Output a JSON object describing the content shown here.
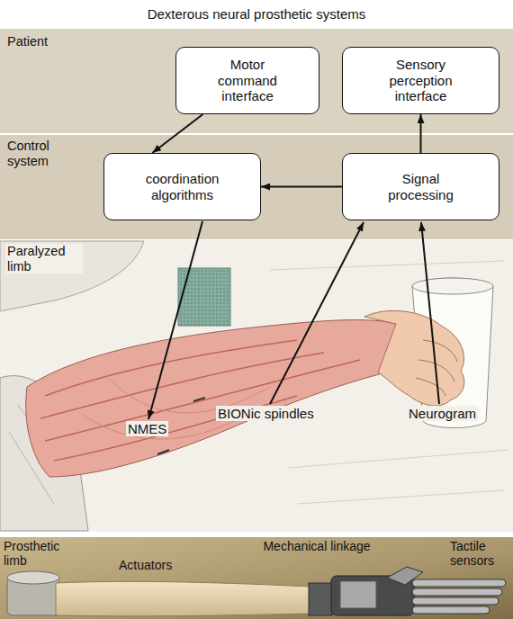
{
  "diagram": {
    "title": "Dexterous neural prosthetic systems",
    "nodes": [
      {
        "text": [
          "Patient"
        ]
      },
      {
        "text": [
          "Motor command interface"
        ],
        "in": 0
      },
      {
        "text": [
          "Sensory perception interface"
        ],
        "in": 0
      },
      {
        "text": [
          "Control system"
        ]
      },
      {
        "text": [
          "coordination algorithms"
        ],
        "in": 3
      },
      {
        "text": [
          "Signal processing"
        ],
        "in": 3
      }
    ],
    "edges": [
      {
        "from": 1,
        "to": 4,
        "arrow": "to"
      },
      {
        "from": 5,
        "to": 4,
        "arrow": "to"
      },
      {
        "from": 5,
        "to": 2,
        "arrow": "to"
      }
    ],
    "labels": [
      "Paralyzed limb",
      "NMES",
      "BIONic spindles",
      "Neurogram",
      "Prosthetic limb",
      "Actuators",
      "Mechanical linkage",
      "Tactile sensors"
    ]
  }
}
